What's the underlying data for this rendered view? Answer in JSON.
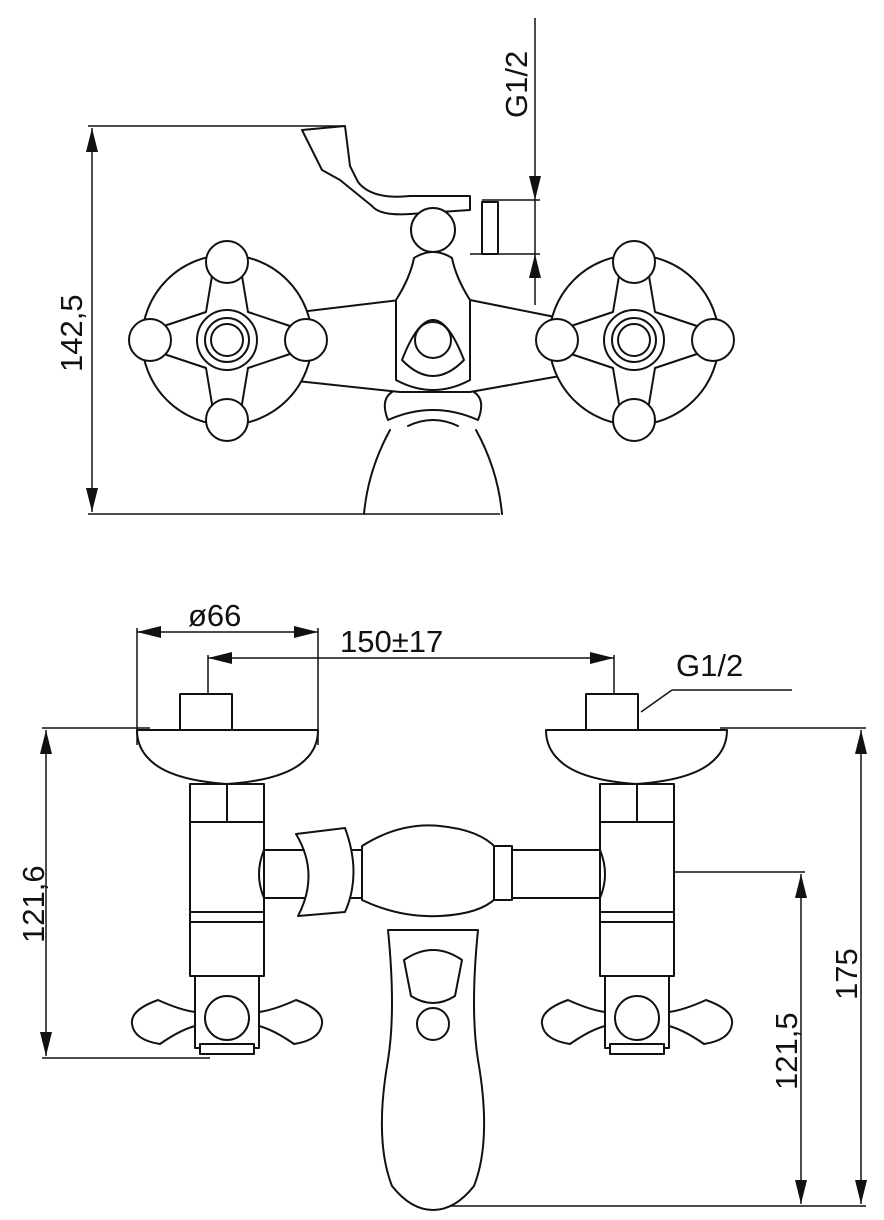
{
  "top_view": {
    "height_label": "142,5",
    "inlet_label": "G1/2"
  },
  "front_view": {
    "diameter_label": "ø66",
    "centers_label": "150±17",
    "inlet_label": "G1/2",
    "handle_height_label": "121,6",
    "spout_height_label": "121,5",
    "total_height_label": "175"
  }
}
